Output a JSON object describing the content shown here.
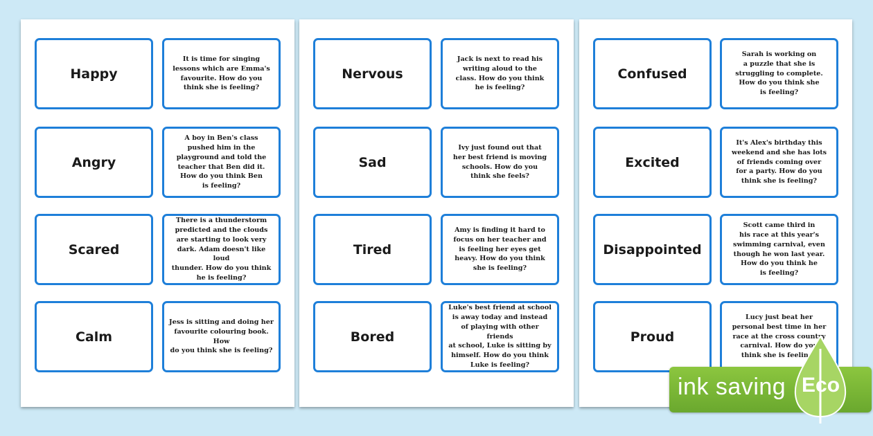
{
  "sheets": [
    {
      "cards": [
        {
          "emotion": "Happy",
          "scenario": "It is time for singing\nlessons which are Emma's\nfavourite. How do you\nthink she is feeling?"
        },
        {
          "emotion": "Angry",
          "scenario": "A boy in Ben's class\npushed him in the\nplayground and told the\nteacher that Ben did it.\nHow do you think Ben\nis feeling?"
        },
        {
          "emotion": "Scared",
          "scenario": "There is a thunderstorm\npredicted and the clouds\nare starting to look very\ndark. Adam doesn't like loud\nthunder. How do you think\nhe is feeling?"
        },
        {
          "emotion": "Calm",
          "scenario": "Jess is sitting and doing her\nfavourite colouring book. How\ndo you think she is feeling?"
        }
      ]
    },
    {
      "cards": [
        {
          "emotion": "Nervous",
          "scenario": "Jack is next to read his\nwriting aloud to the\nclass. How do you think\nhe is feeling?"
        },
        {
          "emotion": "Sad",
          "scenario": "Ivy just found out that\nher best friend is moving\nschools. How do you\nthink she feels?"
        },
        {
          "emotion": "Tired",
          "scenario": "Amy is finding it hard to\nfocus on her teacher and\nis feeling her eyes get\nheavy. How do you think\nshe is feeling?"
        },
        {
          "emotion": "Bored",
          "scenario": "Luke's best friend at school\nis away today and instead\nof playing with other friends\nat school, Luke is sitting by\nhimself. How do you think\nLuke is feeling?"
        }
      ]
    },
    {
      "cards": [
        {
          "emotion": "Confused",
          "scenario": "Sarah is working on\na puzzle that she is\nstruggling to complete.\nHow do you think she\nis feeling?"
        },
        {
          "emotion": "Excited",
          "scenario": "It's Alex's birthday this\nweekend and she has lots\nof friends coming over\nfor a party. How do you\nthink she is feeling?"
        },
        {
          "emotion": "Disappointed",
          "scenario": "Scott came third in\nhis race at this year's\nswimming carnival, even\nthough he won last year.\nHow do you think he\nis feeling?"
        },
        {
          "emotion": "Proud",
          "scenario": "Lucy just beat her\npersonal best time in her\nrace at the cross country\ncarnival. How do you\nthink she is feeling?"
        }
      ]
    }
  ],
  "badge": {
    "label": "ink saving",
    "eco": "Eco",
    "icon": "leaf-icon",
    "colors": {
      "green": "#7ab83a",
      "leaf": "#a7d564",
      "card_border": "#1e7fd9",
      "background": "#cde9f6"
    }
  }
}
